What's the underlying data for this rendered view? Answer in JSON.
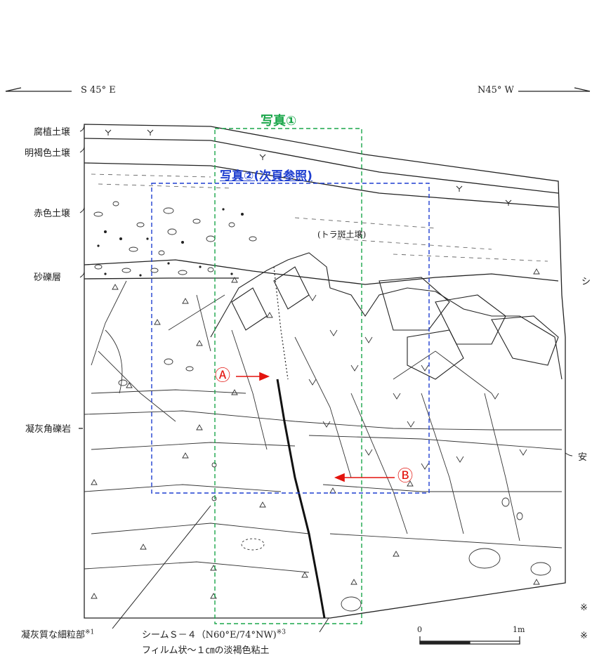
{
  "orientation": {
    "left": "S 45° E",
    "right": "N45° W"
  },
  "strata_labels": [
    "腐植土壌",
    "明褐色土壌",
    "赤色土壌",
    "砂礫層",
    "凝灰角礫岩"
  ],
  "inner_labels": {
    "tora": "(トラ斑土壌)"
  },
  "photo_frames": {
    "photo1": {
      "label": "写真①",
      "color": "#1aa64a"
    },
    "photo2": {
      "label": "写真②(次頁参照)",
      "color": "#1f3fd0"
    }
  },
  "markers": {
    "a": "Ⓐ",
    "b": "Ⓑ",
    "color": "#e3140e"
  },
  "footnotes": {
    "fine_grain": "凝灰質な細粒部",
    "fine_grain_mark": "※1",
    "seam": "シームＳ－４（N60°E/74°NW)",
    "seam_mark": "※3",
    "seam_desc": "フィルム状～１㎝の淡褐色粘土"
  },
  "scale": {
    "zero": "0",
    "one": "1m"
  },
  "right_edge": {
    "shi": "シ",
    "an": "安",
    "kome1": "※",
    "kome2": "※"
  }
}
